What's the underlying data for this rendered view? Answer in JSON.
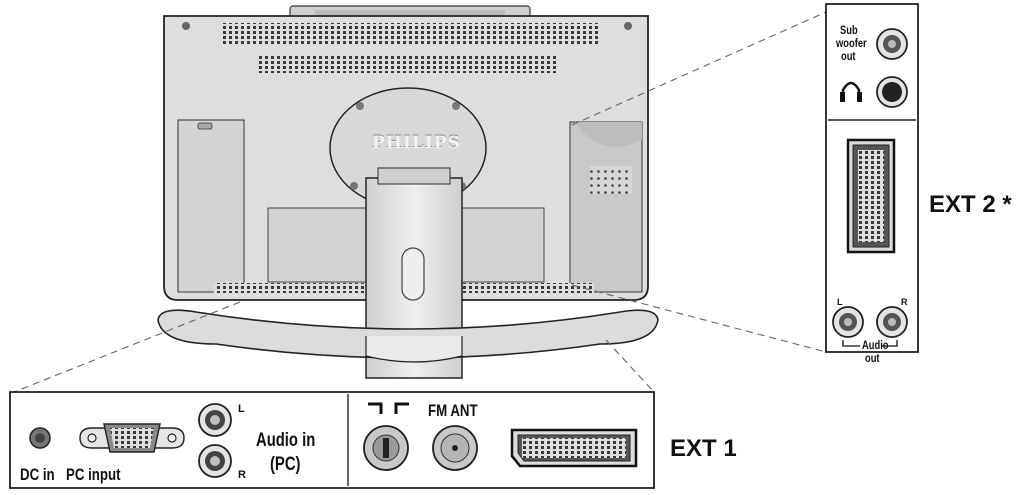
{
  "tv": {
    "brand": "PHILIPS"
  },
  "bottom_panel": {
    "labels": {
      "dc_in": "DC in",
      "pc_input": "PC input",
      "audio_left": "L",
      "audio_right": "R",
      "audio_in_line1": "Audio in",
      "audio_in_line2": "(PC)",
      "fm_ant": "FM ANT"
    },
    "connector_name": "EXT 1"
  },
  "side_panel": {
    "labels": {
      "subwoofer_line1": "Sub",
      "subwoofer_line2": "woofer",
      "subwoofer_line3": "out",
      "audio_left": "L",
      "audio_right": "R",
      "audio_out_line1": "Audio",
      "audio_out_line2": "out"
    },
    "connector_name": "EXT 2 *"
  },
  "colors": {
    "outline": "#222222",
    "tv_body": "#dedede",
    "panel_bg": "#ffffff"
  },
  "icons": [
    "headphone-icon",
    "antenna-icon",
    "scart-connector-icon",
    "vga-connector-icon",
    "rca-jack-icon"
  ]
}
